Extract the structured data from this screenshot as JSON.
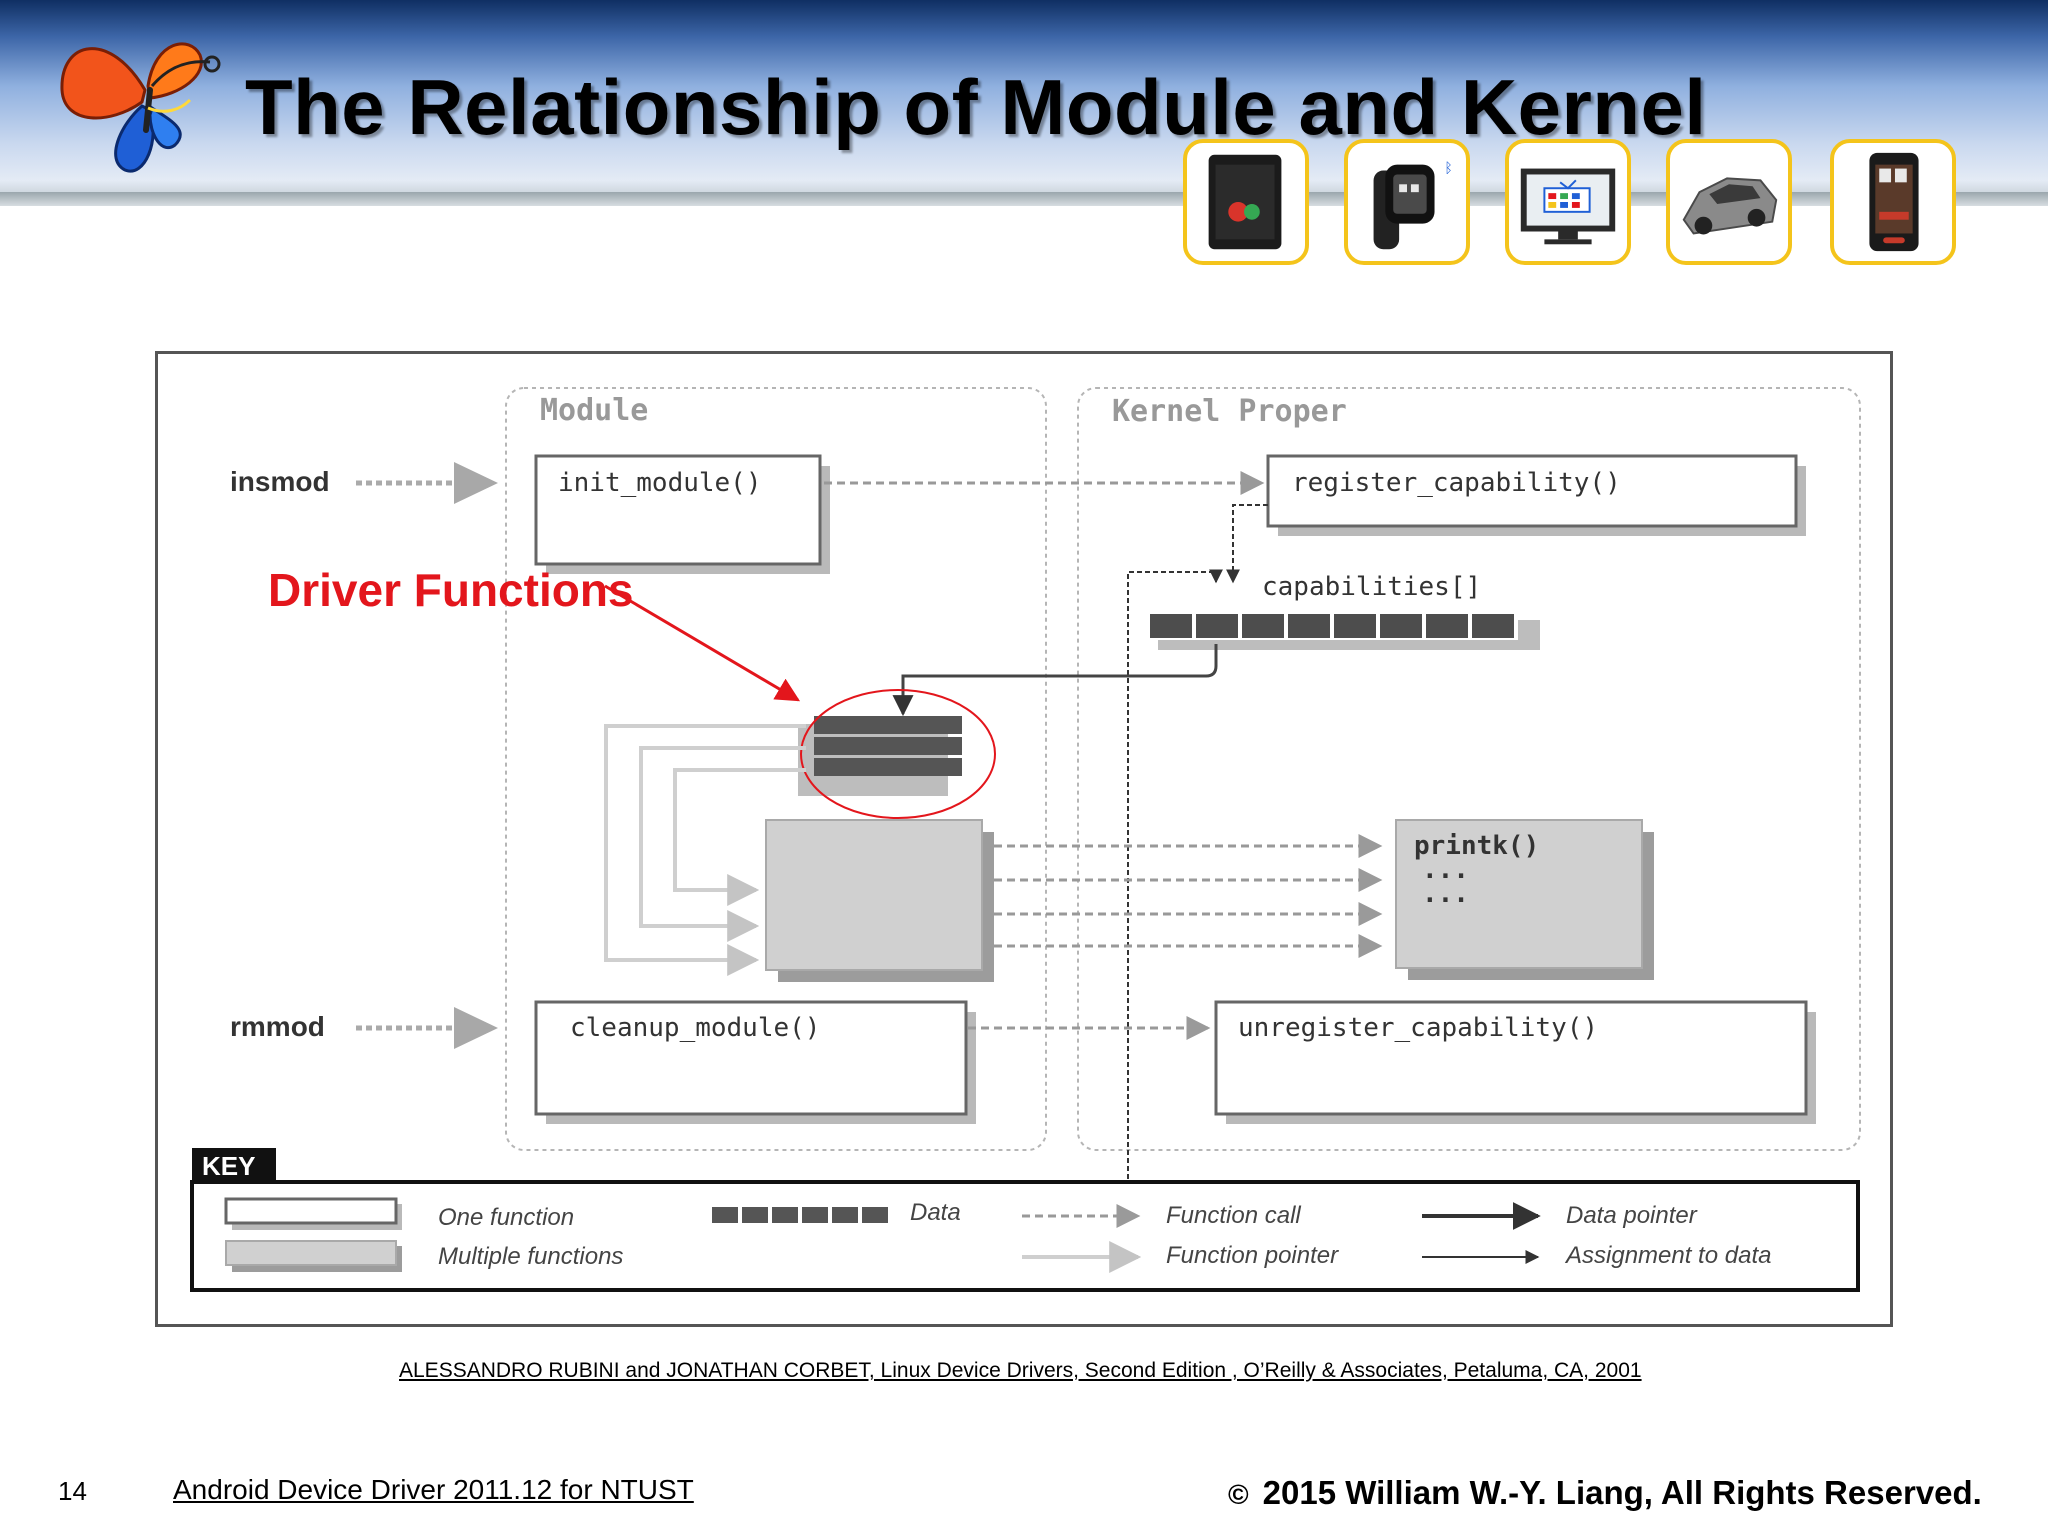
{
  "slide": {
    "title": "The Relationship of Module and Kernel",
    "page_number": "14",
    "footer_course": "Android Device Driver 2011.12 for NTUST",
    "copyright_symbol": "©",
    "copyright_text": "2015  William W.-Y. Liang, All Rights Reserved.",
    "citation": "ALESSANDRO RUBINI and JONATHAN CORBET, Linux Device Drivers, Second Edition , O’Reilly & Associates, Petaluma, CA, 2001",
    "devices": [
      {
        "icon": "tablet-icon"
      },
      {
        "icon": "smartwatch-icon"
      },
      {
        "icon": "television-icon"
      },
      {
        "icon": "car-icon"
      },
      {
        "icon": "smartphone-icon"
      }
    ]
  },
  "diagram": {
    "module_label": "Module",
    "kernel_label": "Kernel Proper",
    "insmod": "insmod",
    "rmmod": "rmmod",
    "init_module": "init_module()",
    "cleanup_module": "cleanup_module()",
    "register_capability": "register_capability()",
    "unregister_capability": "unregister_capability()",
    "capabilities": "capabilities[]",
    "printk": "printk()",
    "dots": "...",
    "annotation": "Driver Functions",
    "annotation_color": "#e3161c",
    "key": {
      "title": "KEY",
      "one_function": "One function",
      "multiple_functions": "Multiple functions",
      "data": "Data",
      "function_call": "Function call",
      "function_pointer": "Function pointer",
      "data_pointer": "Data pointer",
      "assignment_to_data": "Assignment to data"
    }
  }
}
